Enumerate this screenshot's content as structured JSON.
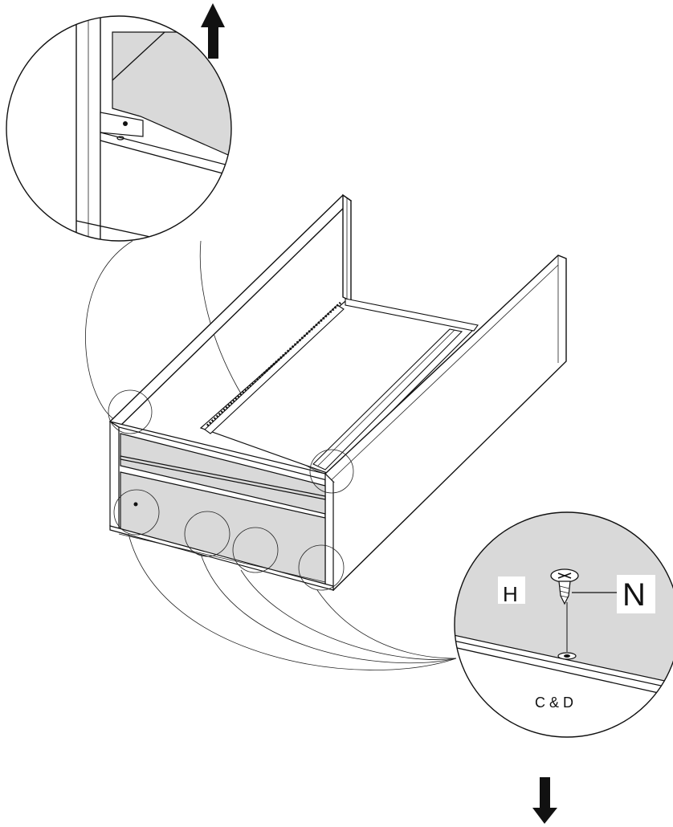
{
  "labels": {
    "part_h": "H",
    "part_n": "N",
    "parts_cd": "C & D"
  },
  "arrows": {
    "top": "up-arrow-icon",
    "bottom": "down-arrow-icon"
  },
  "colors": {
    "line": "#111111",
    "panel_fill": "#d9d9d9",
    "background": "#ffffff"
  }
}
